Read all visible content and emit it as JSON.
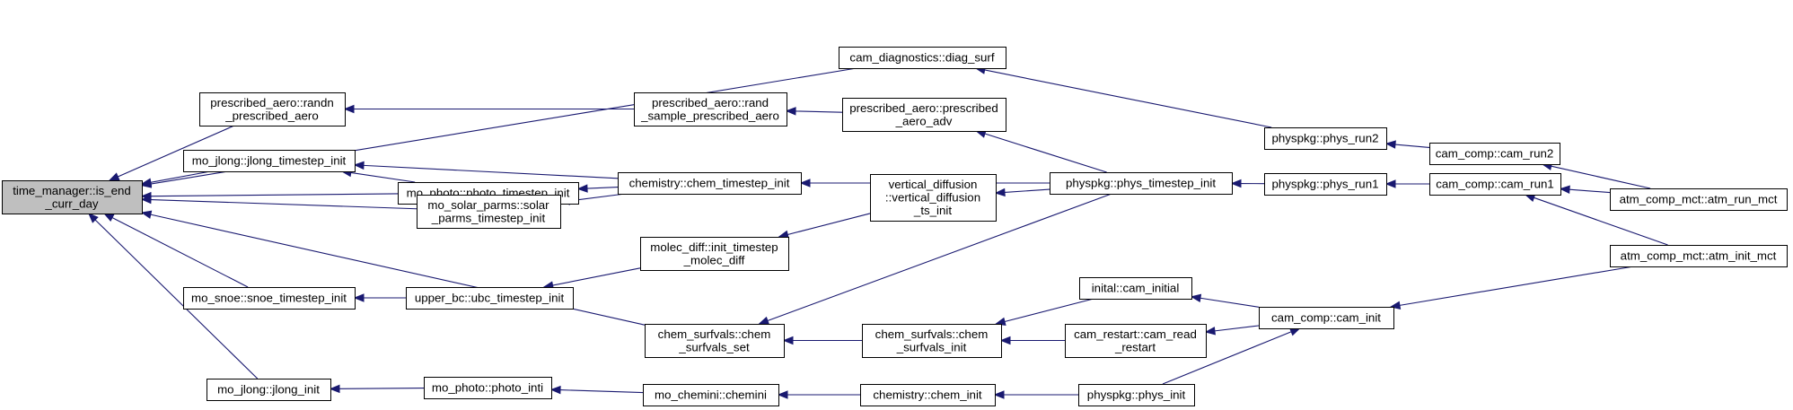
{
  "graph": {
    "nodes": [
      {
        "id": "n0",
        "lines": [
          "time_manager::is_end",
          "_curr_day"
        ]
      },
      {
        "id": "n1",
        "lines": [
          "cam_diagnostics::diag_surf"
        ]
      },
      {
        "id": "n2",
        "lines": [
          "prescribed_aero::randn",
          "_prescribed_aero"
        ]
      },
      {
        "id": "n3",
        "lines": [
          "prescribed_aero::rand",
          "_sample_prescribed_aero"
        ]
      },
      {
        "id": "n4",
        "lines": [
          "prescribed_aero::prescribed",
          "_aero_adv"
        ]
      },
      {
        "id": "n5",
        "lines": [
          "mo_jlong::jlong_timestep_init"
        ]
      },
      {
        "id": "n6",
        "lines": [
          "mo_photo::photo_timestep_init"
        ]
      },
      {
        "id": "n7",
        "lines": [
          "chemistry::chem_timestep_init"
        ]
      },
      {
        "id": "n8",
        "lines": [
          "mo_solar_parms::solar",
          "_parms_timestep_init"
        ]
      },
      {
        "id": "n9",
        "lines": [
          "vertical_diffusion",
          "::vertical_diffusion",
          "_ts_init"
        ]
      },
      {
        "id": "n10",
        "lines": [
          "physpkg::phys_timestep_init"
        ]
      },
      {
        "id": "n11",
        "lines": [
          "molec_diff::init_timestep",
          "_molec_diff"
        ]
      },
      {
        "id": "n12",
        "lines": [
          "mo_snoe::snoe_timestep_init"
        ]
      },
      {
        "id": "n13",
        "lines": [
          "upper_bc::ubc_timestep_init"
        ]
      },
      {
        "id": "n14",
        "lines": [
          "chem_surfvals::chem",
          "_surfvals_set"
        ]
      },
      {
        "id": "n15",
        "lines": [
          "chem_surfvals::chem",
          "_surfvals_init"
        ]
      },
      {
        "id": "n16",
        "lines": [
          "inital::cam_initial"
        ]
      },
      {
        "id": "n17",
        "lines": [
          "cam_restart::cam_read",
          "_restart"
        ]
      },
      {
        "id": "n18",
        "lines": [
          "cam_comp::cam_init"
        ]
      },
      {
        "id": "n19",
        "lines": [
          "mo_jlong::jlong_init"
        ]
      },
      {
        "id": "n20",
        "lines": [
          "mo_photo::photo_inti"
        ]
      },
      {
        "id": "n21",
        "lines": [
          "mo_chemini::chemini"
        ]
      },
      {
        "id": "n22",
        "lines": [
          "chemistry::chem_init"
        ]
      },
      {
        "id": "n23",
        "lines": [
          "physpkg::phys_init"
        ]
      },
      {
        "id": "n24",
        "lines": [
          "physpkg::phys_run2"
        ]
      },
      {
        "id": "n25",
        "lines": [
          "cam_comp::cam_run2"
        ]
      },
      {
        "id": "n26",
        "lines": [
          "physpkg::phys_run1"
        ]
      },
      {
        "id": "n27",
        "lines": [
          "cam_comp::cam_run1"
        ]
      },
      {
        "id": "n28",
        "lines": [
          "atm_comp_mct::atm_run_mct"
        ]
      },
      {
        "id": "n29",
        "lines": [
          "atm_comp_mct::atm_init_mct"
        ]
      }
    ],
    "edges": [
      {
        "from": "n1",
        "to": "n0"
      },
      {
        "from": "n2",
        "to": "n0"
      },
      {
        "from": "n5",
        "to": "n0"
      },
      {
        "from": "n6",
        "to": "n0"
      },
      {
        "from": "n8",
        "to": "n0"
      },
      {
        "from": "n12",
        "to": "n0"
      },
      {
        "from": "n14",
        "to": "n0"
      },
      {
        "from": "n19",
        "to": "n0"
      },
      {
        "from": "n3",
        "to": "n2"
      },
      {
        "from": "n4",
        "to": "n3"
      },
      {
        "from": "n7",
        "to": "n5"
      },
      {
        "from": "n6",
        "to": "n5"
      },
      {
        "from": "n7",
        "to": "n6"
      },
      {
        "from": "n7",
        "to": "n8"
      },
      {
        "from": "n10",
        "to": "n7"
      },
      {
        "from": "n10",
        "to": "n4"
      },
      {
        "from": "n10",
        "to": "n9"
      },
      {
        "from": "n9",
        "to": "n11"
      },
      {
        "from": "n11",
        "to": "n13"
      },
      {
        "from": "n13",
        "to": "n12"
      },
      {
        "from": "n10",
        "to": "n14"
      },
      {
        "from": "n15",
        "to": "n14"
      },
      {
        "from": "n16",
        "to": "n15"
      },
      {
        "from": "n17",
        "to": "n15"
      },
      {
        "from": "n18",
        "to": "n16"
      },
      {
        "from": "n18",
        "to": "n17"
      },
      {
        "from": "n20",
        "to": "n19"
      },
      {
        "from": "n21",
        "to": "n20"
      },
      {
        "from": "n22",
        "to": "n21"
      },
      {
        "from": "n23",
        "to": "n22"
      },
      {
        "from": "n24",
        "to": "n1"
      },
      {
        "from": "n25",
        "to": "n24"
      },
      {
        "from": "n26",
        "to": "n10"
      },
      {
        "from": "n27",
        "to": "n26"
      },
      {
        "from": "n28",
        "to": "n27"
      },
      {
        "from": "n28",
        "to": "n25"
      },
      {
        "from": "n29",
        "to": "n27"
      },
      {
        "from": "n29",
        "to": "n18"
      },
      {
        "from": "n23",
        "to": "n18"
      }
    ]
  },
  "colors": {
    "edge": "#191970",
    "node_fill": "#ffffff",
    "root_fill": "#bfbfbf",
    "node_border": "#000000"
  }
}
